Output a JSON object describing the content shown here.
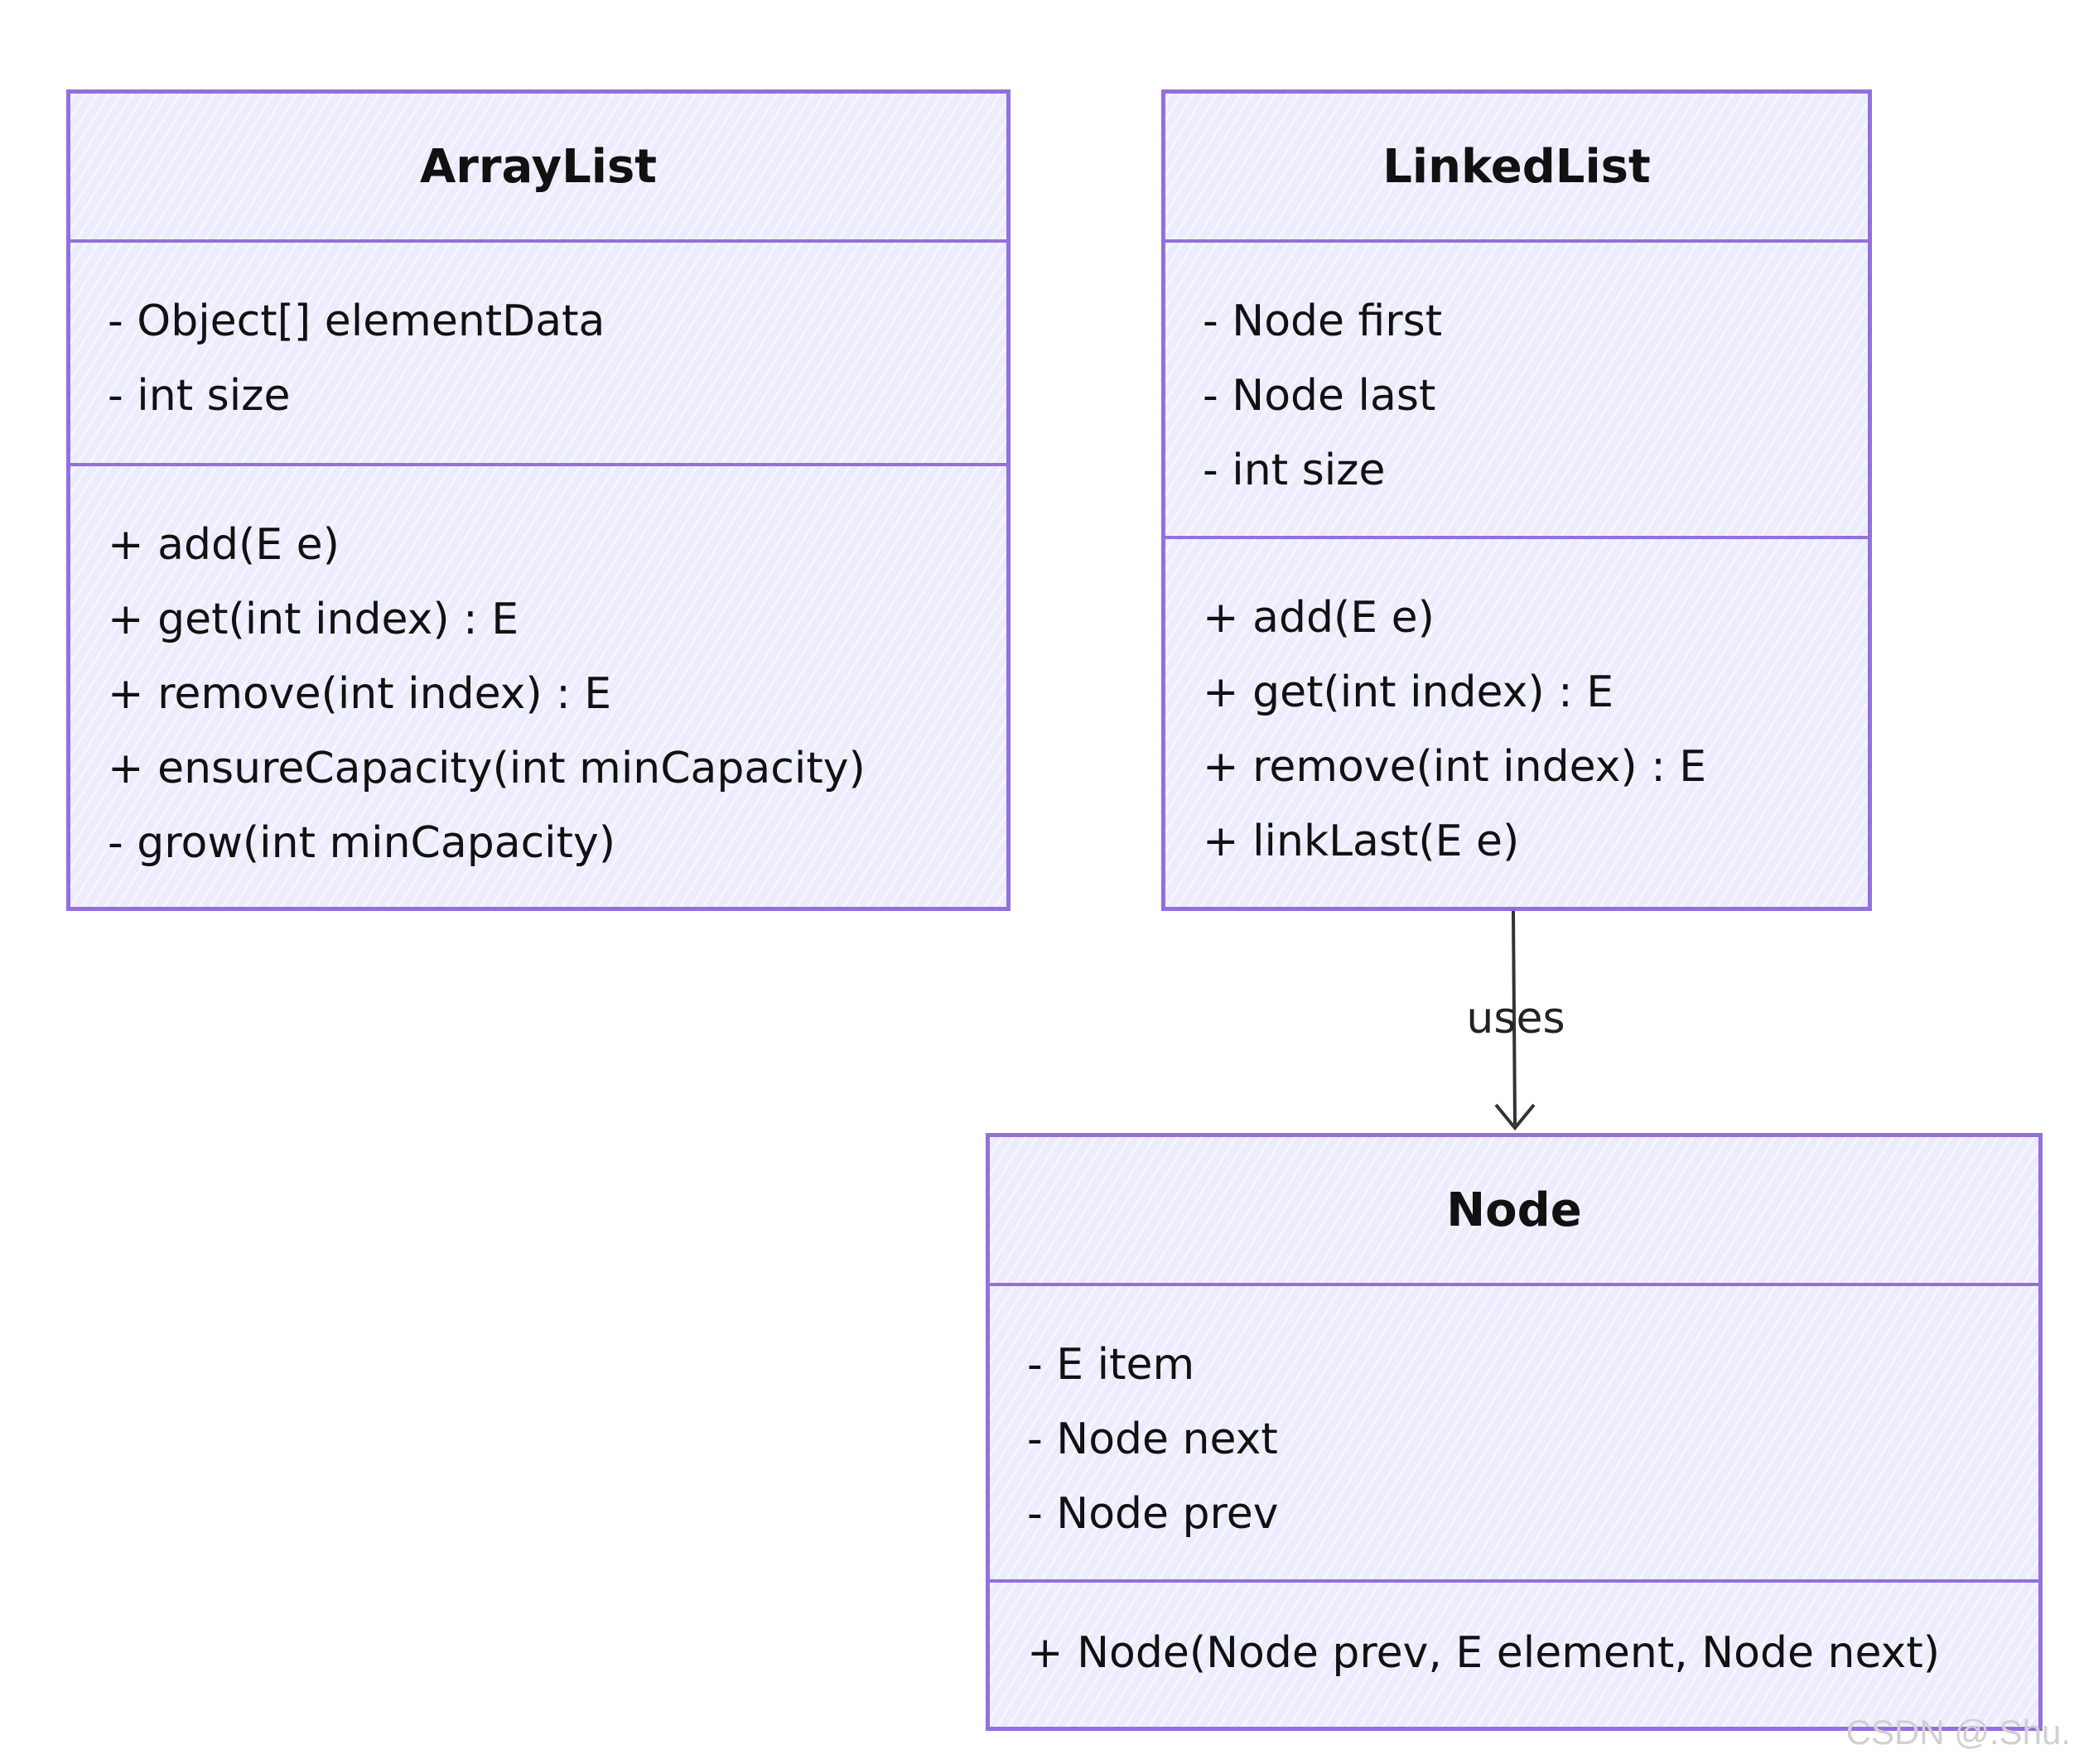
{
  "classes": {
    "arraylist": {
      "name": "ArrayList",
      "attributes": [
        "- Object[] elementData",
        "- int size"
      ],
      "methods": [
        "+ add(E e)",
        "+ get(int index) : E",
        "+ remove(int index) : E",
        "+ ensureCapacity(int minCapacity)",
        "- grow(int minCapacity)"
      ]
    },
    "linkedlist": {
      "name": "LinkedList",
      "attributes": [
        "- Node first",
        "- Node last",
        "- int size"
      ],
      "methods": [
        "+ add(E e)",
        "+ get(int index) : E",
        "+ remove(int index) : E",
        "+ linkLast(E e)"
      ]
    },
    "node": {
      "name": "Node",
      "attributes": [
        "- E item",
        "- Node next",
        "- Node prev"
      ],
      "methods": [
        "+ Node(Node prev, E element, Node next)"
      ]
    }
  },
  "relation": {
    "from": "LinkedList",
    "to": "Node",
    "label": "uses"
  },
  "watermark": "CSDN @.Shu.",
  "colors": {
    "border": "#9370db",
    "fill": "#ececff",
    "line": "#333333"
  }
}
